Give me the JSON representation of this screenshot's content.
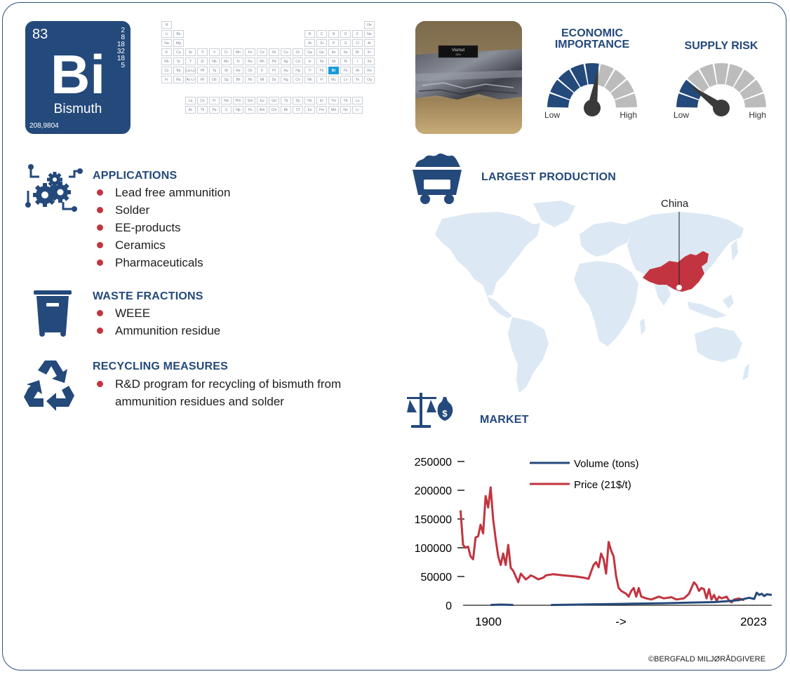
{
  "element": {
    "number": "83",
    "symbol": "Bi",
    "name": "Bismuth",
    "mass": "208,9804",
    "shells": [
      "2",
      "8",
      "18",
      "32",
      "18",
      "5"
    ]
  },
  "periodic_table": {
    "rows": [
      [
        "H",
        "",
        "",
        "",
        "",
        "",
        "",
        "",
        "",
        "",
        "",
        "",
        "",
        "",
        "",
        "",
        "",
        "He"
      ],
      [
        "Li",
        "Be",
        "",
        "",
        "",
        "",
        "",
        "",
        "",
        "",
        "",
        "",
        "B",
        "C",
        "N",
        "O",
        "F",
        "Ne"
      ],
      [
        "Na",
        "Mg",
        "",
        "",
        "",
        "",
        "",
        "",
        "",
        "",
        "",
        "",
        "Al",
        "Si",
        "P",
        "S",
        "Cl",
        "Ar"
      ],
      [
        "K",
        "Ca",
        "Sc",
        "Ti",
        "V",
        "Cr",
        "Mn",
        "Fe",
        "Co",
        "Ni",
        "Cu",
        "Zn",
        "Ga",
        "Ge",
        "As",
        "Se",
        "Br",
        "Kr"
      ],
      [
        "Rb",
        "Sr",
        "Y",
        "Zr",
        "Nb",
        "Mo",
        "Tc",
        "Ru",
        "Rh",
        "Pd",
        "Ag",
        "Cd",
        "In",
        "Sn",
        "Sb",
        "Te",
        "I",
        "Xe"
      ],
      [
        "Cs",
        "Ba",
        "La-Lu",
        "Hf",
        "Ta",
        "W",
        "Re",
        "Os",
        "Ir",
        "Pt",
        "Au",
        "Hg",
        "Tl",
        "Pb",
        "Bi",
        "Po",
        "At",
        "Rn"
      ],
      [
        "Fr",
        "Ra",
        "Ac-Lr",
        "Rf",
        "Db",
        "Sg",
        "Bh",
        "Hs",
        "Mt",
        "Ds",
        "Rg",
        "Cn",
        "Nh",
        "Fl",
        "Mc",
        "Lv",
        "Ts",
        "Og"
      ]
    ],
    "lanthanides": [
      "La",
      "Ce",
      "Pr",
      "Nd",
      "Pm",
      "Sm",
      "Eu",
      "Gd",
      "Tb",
      "Dy",
      "Ho",
      "Er",
      "Tm",
      "Yb",
      "Lu"
    ],
    "actinides": [
      "Ac",
      "Th",
      "Pa",
      "U",
      "Np",
      "Pu",
      "Am",
      "Cm",
      "Bk",
      "Cf",
      "Es",
      "Fm",
      "Md",
      "No",
      "Lr"
    ],
    "highlight": "Bi"
  },
  "photo": {
    "label_line1": "Vismut",
    "label_line2": "83Bi"
  },
  "gauges": {
    "economic_importance": {
      "title_line1": "ECONOMIC",
      "title_line2": "IMPORTANCE",
      "low": "Low",
      "high": "High",
      "filled_segments": 5,
      "total_segments": 9,
      "level": 0.55
    },
    "supply_risk": {
      "title": "SUPPLY RISK",
      "low": "Low",
      "high": "High",
      "filled_segments": 2,
      "total_segments": 9,
      "level": 0.2
    }
  },
  "applications": {
    "title": "APPLICATIONS",
    "items": [
      "Lead free ammunition",
      "Solder",
      "EE-products",
      "Ceramics",
      "Pharmaceuticals"
    ]
  },
  "waste_fractions": {
    "title": "WASTE FRACTIONS",
    "items": [
      "WEEE",
      "Ammunition residue"
    ]
  },
  "recycling_measures": {
    "title": "RECYCLING MEASURES",
    "items": [
      "R&D program for recycling of bismuth from ammunition residues and solder"
    ]
  },
  "largest_production": {
    "title": "LARGEST PRODUCTION",
    "country": "China"
  },
  "market": {
    "title": "MARKET"
  },
  "chart_data": {
    "type": "line",
    "title": "",
    "xlabel": "",
    "ylabel": "",
    "x_tick_labels": [
      "1900",
      "->",
      "2023"
    ],
    "y_ticks": [
      "250000",
      "200000",
      "150000",
      "100000",
      "50000",
      "0"
    ],
    "ylim": [
      0,
      250000
    ],
    "xlim": [
      1900,
      2023
    ],
    "legend_position": "top-center",
    "series": [
      {
        "name": "Volume (tons)",
        "color": "#24497b",
        "segments": [
          [
            [
              1911,
              600
            ],
            [
              1915,
              1200
            ],
            [
              1920,
              600
            ]
          ],
          [
            [
              1935,
              500
            ],
            [
              1950,
              1500
            ],
            [
              1965,
              2500
            ],
            [
              1980,
              3500
            ],
            [
              1990,
              4500
            ],
            [
              2000,
              5500
            ],
            [
              2005,
              7000
            ],
            [
              2010,
              9000
            ],
            [
              2014,
              13000
            ],
            [
              2016,
              11000
            ],
            [
              2017,
              22000
            ],
            [
              2018,
              18000
            ],
            [
              2019,
              20000
            ],
            [
              2020,
              16000
            ],
            [
              2021,
              19000
            ],
            [
              2023,
              18000
            ]
          ]
        ]
      },
      {
        "name": "Price (21$/t)",
        "color": "#c2343f",
        "segments": [
          [
            [
              1899,
              165000
            ],
            [
              1900,
              105000
            ],
            [
              1901,
              100000
            ],
            [
              1902,
              102000
            ],
            [
              1903,
              85000
            ],
            [
              1904,
              80000
            ],
            [
              1905,
              118000
            ],
            [
              1906,
              120000
            ],
            [
              1907,
              140000
            ],
            [
              1908,
              125000
            ],
            [
              1909,
              190000
            ],
            [
              1910,
              170000
            ],
            [
              1911,
              205000
            ],
            [
              1912,
              150000
            ],
            [
              1913,
              115000
            ],
            [
              1914,
              85000
            ],
            [
              1915,
              70000
            ],
            [
              1916,
              90000
            ],
            [
              1917,
              70000
            ],
            [
              1918,
              105000
            ],
            [
              1919,
              65000
            ],
            [
              1920,
              60000
            ],
            [
              1921,
              50000
            ],
            [
              1922,
              40000
            ],
            [
              1923,
              55000
            ],
            [
              1924,
              50000
            ],
            [
              1925,
              45000
            ],
            [
              1926,
              48000
            ],
            [
              1927,
              52000
            ],
            [
              1928,
              50000
            ],
            [
              1930,
              45000
            ],
            [
              1932,
              48000
            ],
            [
              1933,
              52000
            ],
            [
              1936,
              54000
            ],
            [
              1940,
              52000
            ],
            [
              1945,
              50000
            ],
            [
              1948,
              48000
            ],
            [
              1950,
              46000
            ],
            [
              1951,
              58000
            ],
            [
              1952,
              70000
            ],
            [
              1953,
              75000
            ],
            [
              1954,
              66000
            ],
            [
              1955,
              90000
            ],
            [
              1956,
              80000
            ],
            [
              1957,
              55000
            ],
            [
              1958,
              110000
            ],
            [
              1959,
              95000
            ],
            [
              1960,
              85000
            ],
            [
              1961,
              50000
            ],
            [
              1962,
              30000
            ],
            [
              1963,
              25000
            ],
            [
              1965,
              20000
            ],
            [
              1966,
              15000
            ],
            [
              1967,
              25000
            ],
            [
              1968,
              30000
            ],
            [
              1969,
              15000
            ],
            [
              1970,
              30000
            ],
            [
              1971,
              15000
            ],
            [
              1973,
              12000
            ],
            [
              1975,
              10000
            ],
            [
              1978,
              15000
            ],
            [
              1980,
              12000
            ],
            [
              1983,
              14000
            ],
            [
              1985,
              10000
            ],
            [
              1988,
              12000
            ],
            [
              1990,
              20000
            ],
            [
              1992,
              40000
            ],
            [
              1993,
              35000
            ],
            [
              1994,
              25000
            ],
            [
              1995,
              30000
            ],
            [
              1996,
              28000
            ],
            [
              1997,
              12000
            ],
            [
              1998,
              28000
            ],
            [
              1999,
              10000
            ],
            [
              2000,
              18000
            ],
            [
              2001,
              8000
            ],
            [
              2002,
              15000
            ],
            [
              2003,
              12000
            ],
            [
              2005,
              15000
            ],
            [
              2006,
              8000
            ],
            [
              2007,
              5000
            ],
            [
              2008,
              10000
            ],
            [
              2010,
              12000
            ],
            [
              2011,
              10000
            ],
            [
              2012,
              9000
            ]
          ]
        ]
      }
    ]
  },
  "footer": {
    "copyright": "©BERGFALD MILJØRÅDGIVERE"
  },
  "colors": {
    "navy": "#24497b",
    "red": "#c2343f",
    "light_grey": "#bcbcbc",
    "map_blue": "#dce8f3",
    "china_red": "#c2343f"
  }
}
